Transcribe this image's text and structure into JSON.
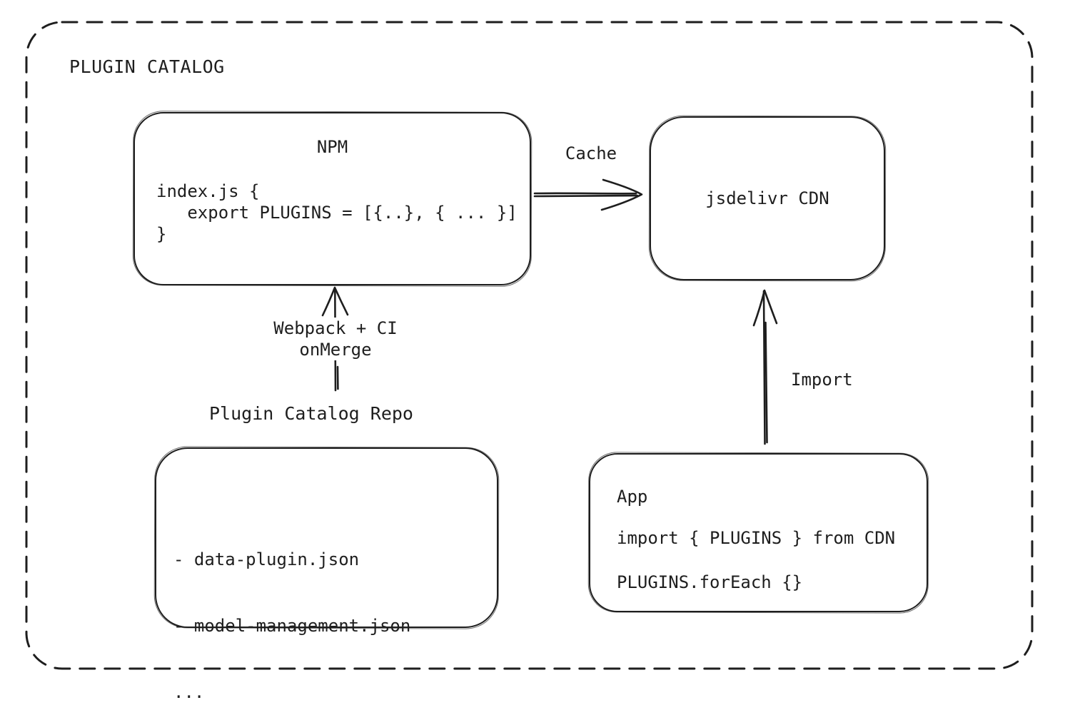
{
  "diagram": {
    "title": "PLUGIN CATALOG",
    "colors": {
      "background": "#ffffff",
      "stroke": "#1e1e1e",
      "text": "#1e1e1e"
    },
    "nodes": {
      "npm": {
        "title": "NPM",
        "code": "index.js {\n   export PLUGINS = [{..}, { ... }]\n}"
      },
      "cdn": {
        "label": "jsdelivr CDN"
      },
      "repo": {
        "heading": "Plugin Catalog Repo",
        "lines": [
          "- data-plugin.json",
          "- model-management.json",
          "..."
        ]
      },
      "app": {
        "title": "App",
        "lines": [
          "import { PLUGINS } from CDN",
          "PLUGINS.forEach {}"
        ]
      }
    },
    "edges": {
      "cache": {
        "label": "Cache",
        "from": "NPM",
        "to": "jsdelivr CDN"
      },
      "build": {
        "label": "Webpack + CI\nonMerge",
        "from": "Plugin Catalog Repo",
        "to": "NPM"
      },
      "import": {
        "label": "Import",
        "from": "App",
        "to": "jsdelivr CDN"
      }
    }
  }
}
